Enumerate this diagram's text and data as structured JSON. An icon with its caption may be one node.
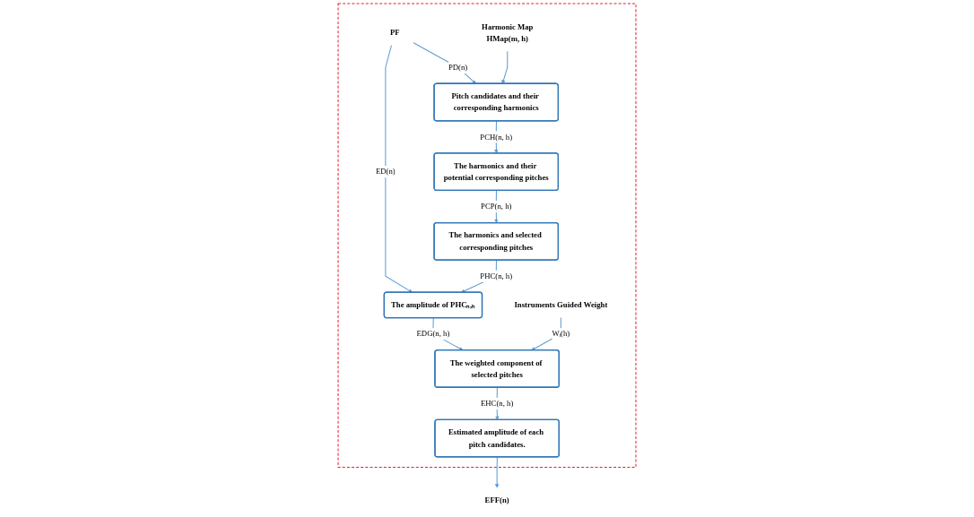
{
  "diagram": {
    "nodes": [
      {
        "text": [],
        "shape": "box"
      },
      {
        "text": [
          "PF"
        ],
        "in": 0
      },
      {
        "text": [
          "Harmonic Map",
          "HMap(m, h)"
        ],
        "in": 0
      },
      {
        "text": [
          "Pitch candidates and their corresponding harmonics"
        ],
        "in": 0
      },
      {
        "text": [
          "The harmonics and their potential corresponding pitches"
        ],
        "in": 0
      },
      {
        "text": [
          "The harmonics and selected corresponding pitches"
        ],
        "in": 0
      },
      {
        "text": [
          "The amplitude of PHCₙ,ₕ"
        ],
        "in": 0
      },
      {
        "text": [
          "The weighted component of selected pitches"
        ],
        "in": 0
      },
      {
        "text": [
          "Instruments Guided Weight"
        ],
        "in": 0
      },
      {
        "text": [
          "Estimated amplitude of each pitch candidates."
        ],
        "in": 0
      },
      {
        "text": [
          "EFF(n)"
        ]
      }
    ],
    "edges": [
      {
        "from": 1,
        "to": 3,
        "arrow": "to",
        "label": "PD(n)"
      },
      {
        "from": 1,
        "to": 6,
        "arrow": "to",
        "label": "ED(n)"
      },
      {
        "from": 2,
        "to": 3,
        "arrow": "to"
      },
      {
        "from": 3,
        "to": 4,
        "arrow": "to",
        "label": "PCH(n, h)"
      },
      {
        "from": 4,
        "to": 5,
        "arrow": "to",
        "label": "PCP(n, h)"
      },
      {
        "from": 5,
        "to": 6,
        "arrow": "to",
        "label": "PHC(n, h)"
      },
      {
        "from": 6,
        "to": 7,
        "arrow": "to",
        "label": "EDG(n, h)"
      },
      {
        "from": 8,
        "to": 7,
        "arrow": "to",
        "label": "Wᵢ(h)"
      },
      {
        "from": 7,
        "to": 9,
        "arrow": "to",
        "label": "EHC(n, h)"
      },
      {
        "from": 9,
        "to": 10,
        "arrow": "to"
      }
    ]
  }
}
